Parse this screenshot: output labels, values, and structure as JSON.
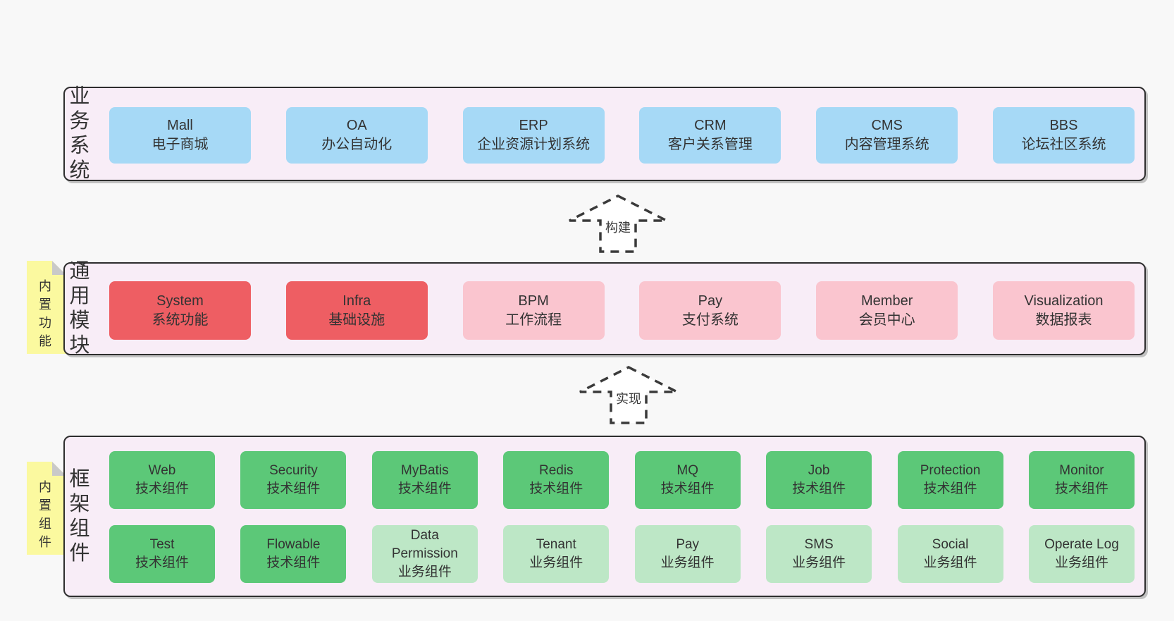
{
  "canvas": {
    "background": "#f8f8f8"
  },
  "colors": {
    "container_bg": "#f8edf7",
    "container_border": "#2e2e2e",
    "blue": "#a6d9f6",
    "red": "#ee5e63",
    "pink": "#fac5cf",
    "green": "#5cc878",
    "green_light": "#bde7c6",
    "tag_yellow": "#fbf99f",
    "tag_fold": "#c9c9c9",
    "text": "#333333"
  },
  "arrows": [
    {
      "label": "构建"
    },
    {
      "label": "实现"
    }
  ],
  "layers": [
    {
      "id": "business",
      "label": "业务系统",
      "tag": null,
      "rows": [
        [
          {
            "title": "Mall",
            "subtitle": "电子商城",
            "type": "blue"
          },
          {
            "title": "OA",
            "subtitle": "办公自动化",
            "type": "blue"
          },
          {
            "title": "ERP",
            "subtitle": "企业资源计划系统",
            "type": "blue"
          },
          {
            "title": "CRM",
            "subtitle": "客户关系管理",
            "type": "blue"
          },
          {
            "title": "CMS",
            "subtitle": "内容管理系统",
            "type": "blue"
          },
          {
            "title": "BBS",
            "subtitle": "论坛社区系统",
            "type": "blue"
          }
        ]
      ]
    },
    {
      "id": "modules",
      "label": "通用模块",
      "tag": "内置功能",
      "rows": [
        [
          {
            "title": "System",
            "subtitle": "系统功能",
            "type": "red"
          },
          {
            "title": "Infra",
            "subtitle": "基础设施",
            "type": "red"
          },
          {
            "title": "BPM",
            "subtitle": "工作流程",
            "type": "pink"
          },
          {
            "title": "Pay",
            "subtitle": "支付系统",
            "type": "pink"
          },
          {
            "title": "Member",
            "subtitle": "会员中心",
            "type": "pink"
          },
          {
            "title": "Visualization",
            "subtitle": "数据报表",
            "type": "pink"
          }
        ]
      ]
    },
    {
      "id": "components",
      "label": "框架组件",
      "tag": "内置组件",
      "rows": [
        [
          {
            "title": "Web",
            "subtitle": "技术组件",
            "type": "green"
          },
          {
            "title": "Security",
            "subtitle": "技术组件",
            "type": "green"
          },
          {
            "title": "MyBatis",
            "subtitle": "技术组件",
            "type": "green"
          },
          {
            "title": "Redis",
            "subtitle": "技术组件",
            "type": "green"
          },
          {
            "title": "MQ",
            "subtitle": "技术组件",
            "type": "green"
          },
          {
            "title": "Job",
            "subtitle": "技术组件",
            "type": "green"
          },
          {
            "title": "Protection",
            "subtitle": "技术组件",
            "type": "green"
          },
          {
            "title": "Monitor",
            "subtitle": "技术组件",
            "type": "green"
          }
        ],
        [
          {
            "title": "Test",
            "subtitle": "技术组件",
            "type": "green"
          },
          {
            "title": "Flowable",
            "subtitle": "技术组件",
            "type": "green"
          },
          {
            "title": "Data Permission",
            "subtitle": "业务组件",
            "type": "green-light"
          },
          {
            "title": "Tenant",
            "subtitle": "业务组件",
            "type": "green-light"
          },
          {
            "title": "Pay",
            "subtitle": "业务组件",
            "type": "green-light"
          },
          {
            "title": "SMS",
            "subtitle": "业务组件",
            "type": "green-light"
          },
          {
            "title": "Social",
            "subtitle": "业务组件",
            "type": "green-light"
          },
          {
            "title": "Operate Log",
            "subtitle": "业务组件",
            "type": "green-light"
          }
        ]
      ]
    }
  ]
}
